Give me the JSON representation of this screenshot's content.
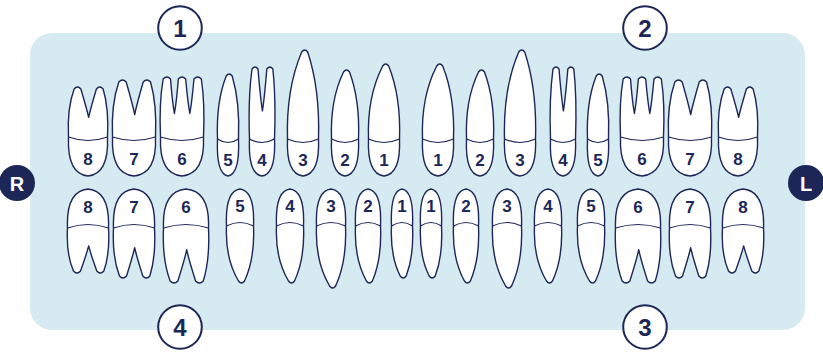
{
  "diagram": {
    "nodes": [
      {
        "text": [
          "1"
        ]
      },
      {
        "text": [
          "2"
        ]
      },
      {
        "text": [
          "8"
        ]
      },
      {
        "text": [
          "7"
        ]
      },
      {
        "text": [
          "6"
        ]
      },
      {
        "text": [
          "5"
        ]
      },
      {
        "text": [
          "4"
        ]
      },
      {
        "text": [
          "3"
        ]
      },
      {
        "text": [
          "2"
        ]
      },
      {
        "text": [
          "1"
        ]
      },
      {
        "text": [
          "1"
        ]
      },
      {
        "text": [
          "2"
        ]
      },
      {
        "text": [
          "3"
        ]
      },
      {
        "text": [
          "4"
        ]
      },
      {
        "text": [
          "5"
        ]
      },
      {
        "text": [
          "6"
        ]
      },
      {
        "text": [
          "7"
        ]
      },
      {
        "text": [
          "8"
        ]
      },
      {
        "text": [
          "R"
        ]
      },
      {
        "text": [
          "L"
        ]
      },
      {
        "text": [
          "8"
        ]
      },
      {
        "text": [
          "7"
        ]
      },
      {
        "text": [
          "6"
        ]
      },
      {
        "text": [
          "5"
        ]
      },
      {
        "text": [
          "4"
        ]
      },
      {
        "text": [
          "3"
        ]
      },
      {
        "text": [
          "2"
        ]
      },
      {
        "text": [
          "1"
        ]
      },
      {
        "text": [
          "1"
        ]
      },
      {
        "text": [
          "2"
        ]
      },
      {
        "text": [
          "3"
        ]
      },
      {
        "text": [
          "4"
        ]
      },
      {
        "text": [
          "5"
        ]
      },
      {
        "text": [
          "6"
        ]
      },
      {
        "text": [
          "7"
        ]
      },
      {
        "text": [
          "8"
        ]
      },
      {
        "text": [
          "4"
        ]
      },
      {
        "text": [
          "3"
        ]
      }
    ]
  }
}
